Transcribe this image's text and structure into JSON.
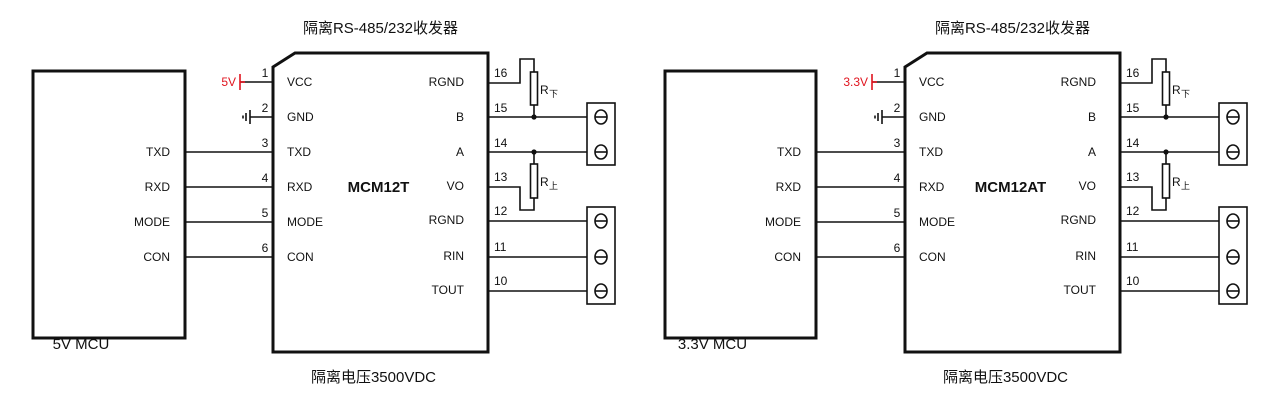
{
  "circuits": [
    {
      "title": "隔离RS-485/232收发器",
      "chip_name": "MCM12T",
      "isolation_caption": "隔离电压3500VDC",
      "mcu_caption": "5V MCU",
      "vcc_label": "5V",
      "left_pins": [
        {
          "num": "1",
          "name": "VCC"
        },
        {
          "num": "2",
          "name": "GND"
        },
        {
          "num": "3",
          "name": "TXD"
        },
        {
          "num": "4",
          "name": "RXD"
        },
        {
          "num": "5",
          "name": "MODE"
        },
        {
          "num": "6",
          "name": "CON"
        }
      ],
      "mcu_pins": [
        "TXD",
        "RXD",
        "MODE",
        "CON"
      ],
      "right_pins": [
        {
          "num": "16",
          "name": "RGND"
        },
        {
          "num": "15",
          "name": "B"
        },
        {
          "num": "14",
          "name": "A"
        },
        {
          "num": "13",
          "name": "VO"
        },
        {
          "num": "12",
          "name": "RGND"
        },
        {
          "num": "11",
          "name": "RIN"
        },
        {
          "num": "10",
          "name": "TOUT"
        }
      ],
      "resistors": [
        {
          "label": "R",
          "sub": "下"
        },
        {
          "label": "R",
          "sub": "上"
        }
      ]
    },
    {
      "title": "隔离RS-485/232收发器",
      "chip_name": "MCM12AT",
      "isolation_caption": "隔离电压3500VDC",
      "mcu_caption": "3.3V MCU",
      "vcc_label": "3.3V",
      "left_pins": [
        {
          "num": "1",
          "name": "VCC"
        },
        {
          "num": "2",
          "name": "GND"
        },
        {
          "num": "3",
          "name": "TXD"
        },
        {
          "num": "4",
          "name": "RXD"
        },
        {
          "num": "5",
          "name": "MODE"
        },
        {
          "num": "6",
          "name": "CON"
        }
      ],
      "mcu_pins": [
        "TXD",
        "RXD",
        "MODE",
        "CON"
      ],
      "right_pins": [
        {
          "num": "16",
          "name": "RGND"
        },
        {
          "num": "15",
          "name": "B"
        },
        {
          "num": "14",
          "name": "A"
        },
        {
          "num": "13",
          "name": "VO"
        },
        {
          "num": "12",
          "name": "RGND"
        },
        {
          "num": "11",
          "name": "RIN"
        },
        {
          "num": "10",
          "name": "TOUT"
        }
      ],
      "resistors": [
        {
          "label": "R",
          "sub": "下"
        },
        {
          "label": "R",
          "sub": "上"
        }
      ]
    }
  ],
  "colors": {
    "supply": "#e0141e",
    "wire": "#111111"
  }
}
